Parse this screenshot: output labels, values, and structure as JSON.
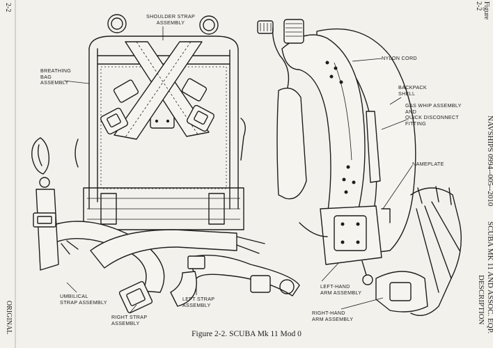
{
  "header": {
    "page_number": "2-2",
    "figure_ref": "Figure\n2-2"
  },
  "side_text": {
    "title_line1": "SCUBA MK 11 AND ASSOC. EQP.",
    "title_line2": "DESCRIPTION",
    "doc_number": "NAVSHIPS 0994--005--2010",
    "status": "ORIGINAL"
  },
  "caption": "Figure 2-2.  SCUBA Mk 11 Mod 0",
  "callouts": {
    "shoulder_strap": "SHOULDER STRAP\nASSEMBLY",
    "breathing_bag": "BREATHING\nBAG\nASSEMBLY",
    "nylon_cord": "NYLON CORD",
    "backpack_shell": "BACKPACK\nSHELL",
    "gas_whip": "GAS WHIP ASSEMBLY\nAND\nQUICK DISCONNECT\nFITTING",
    "nameplate": "NAMEPLATE",
    "umbilical": "UMBILICAL\nSTRAP ASSEMBLY",
    "right_strap": "RIGHT STRAP\nASSEMBLY",
    "left_strap": "LEFT STRAP\nASSEMBLY",
    "left_hand_arm": "LEFT-HAND\nARM ASSEMBLY",
    "right_hand_arm": "RIGHT-HAND\nARM ASSEMBLY"
  }
}
